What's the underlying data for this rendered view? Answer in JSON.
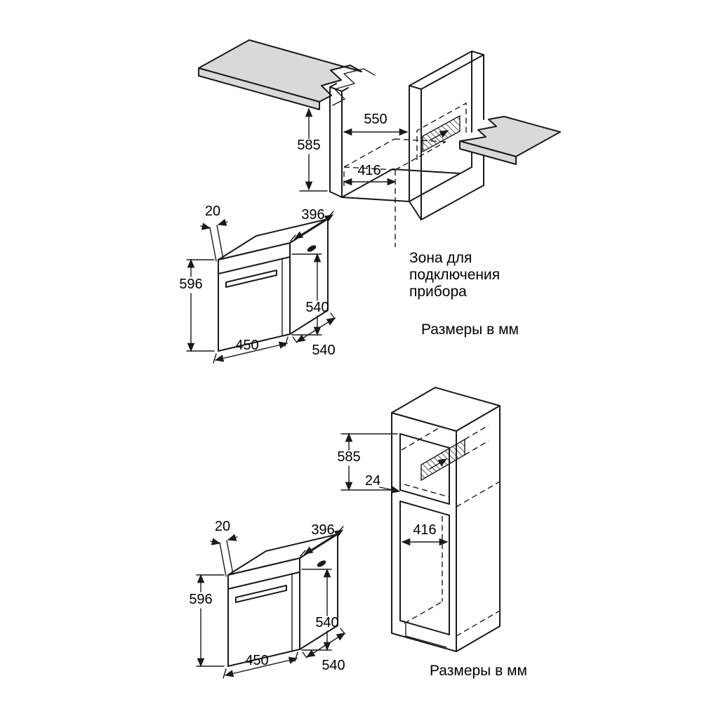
{
  "palette": {
    "ink": "#1a1a1a",
    "counter_fill": "#d9d9d9",
    "background": "#ffffff"
  },
  "top_diagram": {
    "dims": {
      "niche_height": "585",
      "niche_width": "550",
      "zone_distance": "416"
    },
    "oven": {
      "front_gap": "20",
      "top_depth": "396",
      "height": "596",
      "door_height": "540",
      "width": "450",
      "depth": "540"
    },
    "zone_label": {
      "line1": "Зона для",
      "line2": "подключения",
      "line3": "прибора"
    },
    "units_note": "Размеры в мм"
  },
  "bottom_diagram": {
    "dims": {
      "niche_height": "585",
      "rear_gap": "24",
      "niche_width": "416"
    },
    "oven": {
      "front_gap": "20",
      "top_depth": "396",
      "height": "596",
      "door_height": "540",
      "width": "450",
      "depth": "540"
    },
    "units_note": "Размеры в мм"
  }
}
